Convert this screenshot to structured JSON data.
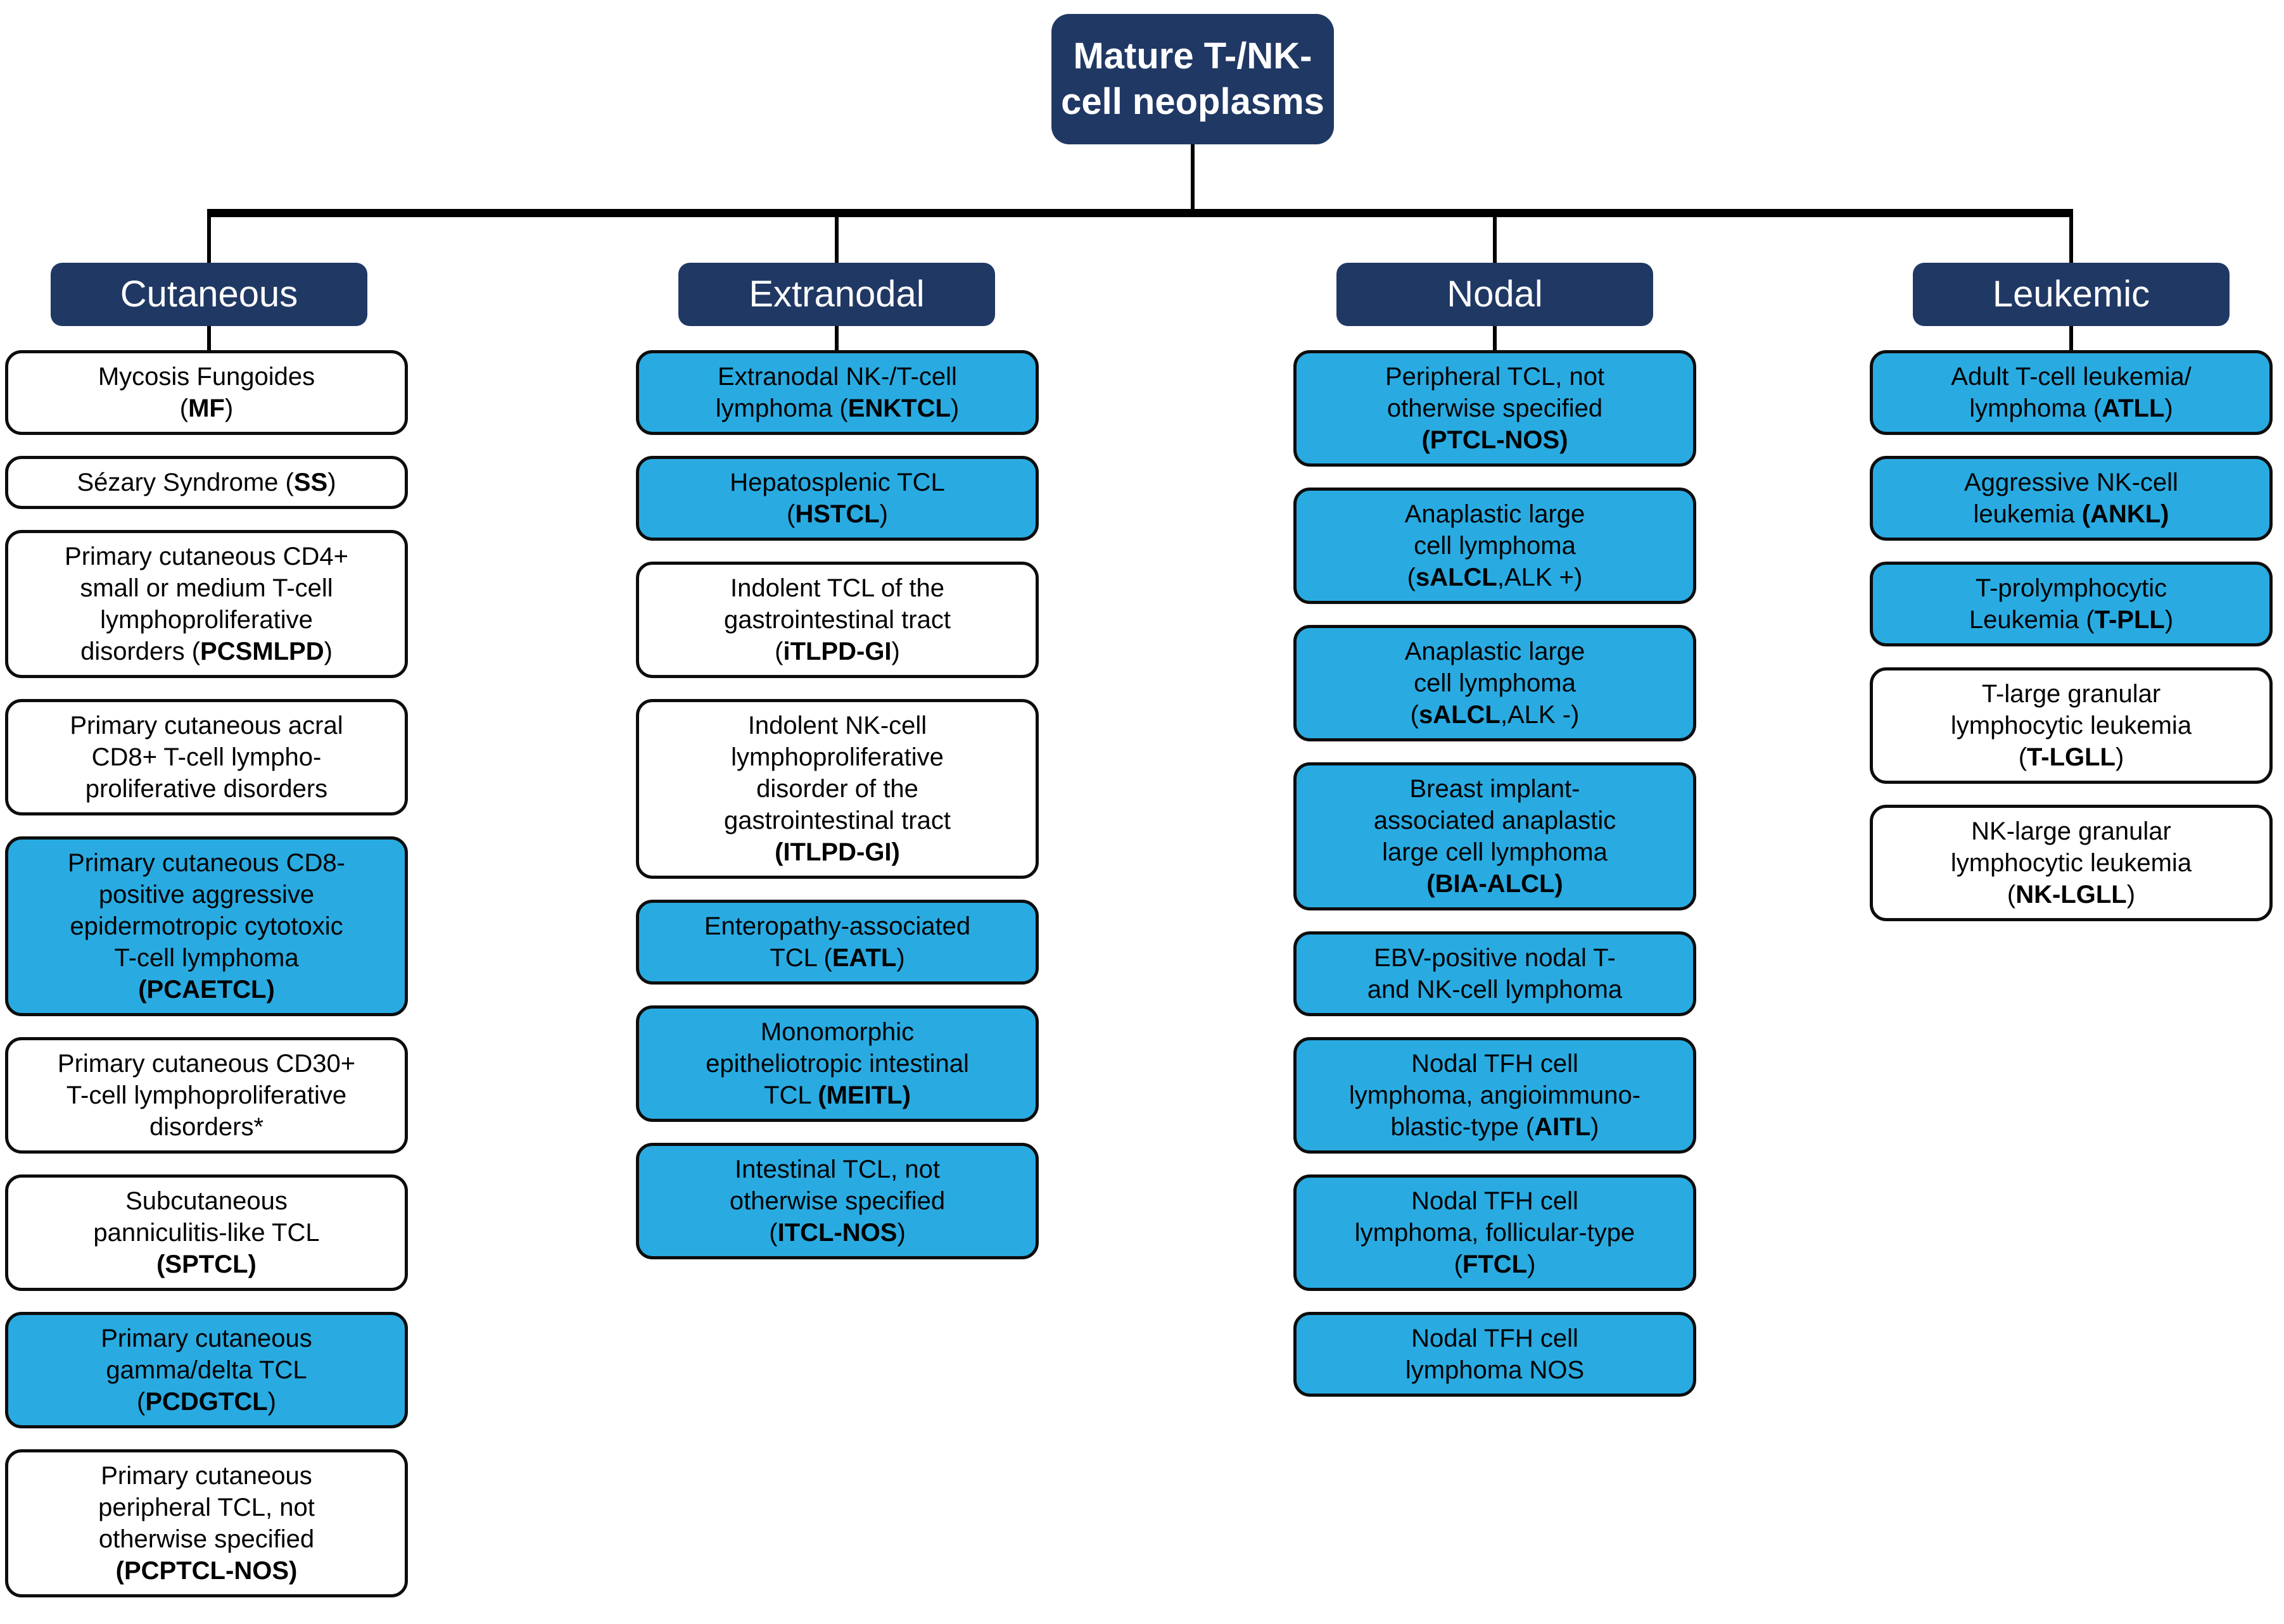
{
  "title": {
    "text": "Mature T-/NK-\ncell neoplasms"
  },
  "colors": {
    "navy": "#203864",
    "blue": "#29ABE2",
    "box_border": "#0d0d0d",
    "connector_line": "#000000",
    "node_text": "#000000",
    "header_text": "#ffffff"
  },
  "columns": [
    {
      "header": "Cutaneous",
      "nodes": [
        {
          "fill": "white",
          "lines": [
            [
              {
                "t": "Mycosis Fungoides"
              }
            ],
            [
              {
                "t": "("
              },
              {
                "t": "MF",
                "b": 1
              },
              {
                "t": ")"
              }
            ]
          ]
        },
        {
          "fill": "white",
          "lines": [
            [
              {
                "t": "Sézary Syndrome ("
              },
              {
                "t": "SS",
                "b": 1
              },
              {
                "t": ")"
              }
            ]
          ]
        },
        {
          "fill": "white",
          "lines": [
            [
              {
                "t": "Primary cutaneous CD4+"
              }
            ],
            [
              {
                "t": "small or medium T-cell"
              }
            ],
            [
              {
                "t": "lymphoproliferative"
              }
            ],
            [
              {
                "t": "disorders ("
              },
              {
                "t": "PCSMLPD",
                "b": 1
              },
              {
                "t": ")"
              }
            ]
          ]
        },
        {
          "fill": "white",
          "lines": [
            [
              {
                "t": "Primary cutaneous acral"
              }
            ],
            [
              {
                "t": "CD8+ T-cell lympho-"
              }
            ],
            [
              {
                "t": "proliferative disorders"
              }
            ]
          ]
        },
        {
          "fill": "blue",
          "lines": [
            [
              {
                "t": "Primary cutaneous CD8-"
              }
            ],
            [
              {
                "t": "positive aggressive"
              }
            ],
            [
              {
                "t": "epidermotropic cytotoxic"
              }
            ],
            [
              {
                "t": "T-cell lymphoma"
              }
            ],
            [
              {
                "t": "(PCAETCL)",
                "b": 1
              }
            ]
          ]
        },
        {
          "fill": "white",
          "lines": [
            [
              {
                "t": "Primary cutaneous CD30+"
              }
            ],
            [
              {
                "t": "T-cell lymphoproliferative"
              }
            ],
            [
              {
                "t": "disorders*"
              }
            ]
          ]
        },
        {
          "fill": "white",
          "lines": [
            [
              {
                "t": "Subcutaneous"
              }
            ],
            [
              {
                "t": "panniculitis-like TCL"
              }
            ],
            [
              {
                "t": "(SPTCL)",
                "b": 1
              }
            ]
          ]
        },
        {
          "fill": "blue",
          "lines": [
            [
              {
                "t": "Primary cutaneous"
              }
            ],
            [
              {
                "t": "gamma/delta TCL"
              }
            ],
            [
              {
                "t": "("
              },
              {
                "t": "PCDGTCL",
                "b": 1
              },
              {
                "t": ")"
              }
            ]
          ]
        },
        {
          "fill": "white",
          "lines": [
            [
              {
                "t": "Primary cutaneous"
              }
            ],
            [
              {
                "t": "peripheral TCL, not"
              }
            ],
            [
              {
                "t": "otherwise specified"
              }
            ],
            [
              {
                "t": "(PCPTCL-NOS)",
                "b": 1
              }
            ]
          ]
        }
      ]
    },
    {
      "header": "Extranodal",
      "nodes": [
        {
          "fill": "blue",
          "lines": [
            [
              {
                "t": "Extranodal NK-/T-cell"
              }
            ],
            [
              {
                "t": "lymphoma ("
              },
              {
                "t": "ENKTCL",
                "b": 1
              },
              {
                "t": ")"
              }
            ]
          ]
        },
        {
          "fill": "blue",
          "lines": [
            [
              {
                "t": "Hepatosplenic TCL"
              }
            ],
            [
              {
                "t": "("
              },
              {
                "t": "HSTCL",
                "b": 1
              },
              {
                "t": ")"
              }
            ]
          ]
        },
        {
          "fill": "white",
          "lines": [
            [
              {
                "t": "Indolent TCL of the"
              }
            ],
            [
              {
                "t": "gastrointestinal tract"
              }
            ],
            [
              {
                "t": "("
              },
              {
                "t": "iTLPD-GI",
                "b": 1
              },
              {
                "t": ")"
              }
            ]
          ]
        },
        {
          "fill": "white",
          "lines": [
            [
              {
                "t": "Indolent NK-cell"
              }
            ],
            [
              {
                "t": "lymphoproliferative"
              }
            ],
            [
              {
                "t": "disorder of the"
              }
            ],
            [
              {
                "t": "gastrointestinal tract"
              }
            ],
            [
              {
                "t": "(ITLPD-GI)",
                "b": 1
              }
            ]
          ]
        },
        {
          "fill": "blue",
          "lines": [
            [
              {
                "t": "Enteropathy-associated"
              }
            ],
            [
              {
                "t": "TCL ("
              },
              {
                "t": "EATL",
                "b": 1
              },
              {
                "t": ")"
              }
            ]
          ]
        },
        {
          "fill": "blue",
          "lines": [
            [
              {
                "t": "Monomorphic"
              }
            ],
            [
              {
                "t": "epitheliotropic intestinal"
              }
            ],
            [
              {
                "t": "TCL "
              },
              {
                "t": "(MEITL)",
                "b": 1
              }
            ]
          ]
        },
        {
          "fill": "blue",
          "lines": [
            [
              {
                "t": "Intestinal TCL, not"
              }
            ],
            [
              {
                "t": "otherwise specified"
              }
            ],
            [
              {
                "t": "("
              },
              {
                "t": "ITCL-NOS",
                "b": 1
              },
              {
                "t": ")"
              }
            ]
          ]
        }
      ]
    },
    {
      "header": "Nodal",
      "nodes": [
        {
          "fill": "blue",
          "lines": [
            [
              {
                "t": "Peripheral TCL, not"
              }
            ],
            [
              {
                "t": "otherwise specified"
              }
            ],
            [
              {
                "t": "(PTCL-NOS)",
                "b": 1
              }
            ]
          ]
        },
        {
          "fill": "blue",
          "lines": [
            [
              {
                "t": "Anaplastic large"
              }
            ],
            [
              {
                "t": "cell lymphoma"
              }
            ],
            [
              {
                "t": "("
              },
              {
                "t": "sALCL",
                "b": 1
              },
              {
                "t": ",ALK +)"
              }
            ]
          ]
        },
        {
          "fill": "blue",
          "lines": [
            [
              {
                "t": "Anaplastic large"
              }
            ],
            [
              {
                "t": "cell lymphoma"
              }
            ],
            [
              {
                "t": "("
              },
              {
                "t": "sALCL",
                "b": 1
              },
              {
                "t": ",ALK -)"
              }
            ]
          ]
        },
        {
          "fill": "blue",
          "lines": [
            [
              {
                "t": "Breast implant-"
              }
            ],
            [
              {
                "t": "associated anaplastic"
              }
            ],
            [
              {
                "t": "large cell lymphoma"
              }
            ],
            [
              {
                "t": "(BIA-ALCL)",
                "b": 1
              }
            ]
          ]
        },
        {
          "fill": "blue",
          "lines": [
            [
              {
                "t": "EBV-positive nodal T-"
              }
            ],
            [
              {
                "t": "and NK-cell lymphoma"
              }
            ]
          ]
        },
        {
          "fill": "blue",
          "lines": [
            [
              {
                "t": "Nodal TFH cell"
              }
            ],
            [
              {
                "t": "lymphoma, angioimmuno-"
              }
            ],
            [
              {
                "t": "blastic-type ("
              },
              {
                "t": "AITL",
                "b": 1
              },
              {
                "t": ")"
              }
            ]
          ]
        },
        {
          "fill": "blue",
          "lines": [
            [
              {
                "t": "Nodal TFH cell"
              }
            ],
            [
              {
                "t": "lymphoma, follicular-type"
              }
            ],
            [
              {
                "t": "("
              },
              {
                "t": "FTCL",
                "b": 1
              },
              {
                "t": ")"
              }
            ]
          ]
        },
        {
          "fill": "blue",
          "lines": [
            [
              {
                "t": "Nodal TFH cell"
              }
            ],
            [
              {
                "t": "lymphoma NOS"
              }
            ]
          ]
        }
      ]
    },
    {
      "header": "Leukemic",
      "nodes": [
        {
          "fill": "blue",
          "lines": [
            [
              {
                "t": "Adult T-cell leukemia/"
              }
            ],
            [
              {
                "t": "lymphoma ("
              },
              {
                "t": "ATLL",
                "b": 1
              },
              {
                "t": ")"
              }
            ]
          ]
        },
        {
          "fill": "blue",
          "lines": [
            [
              {
                "t": "Aggressive NK-cell"
              }
            ],
            [
              {
                "t": "leukemia "
              },
              {
                "t": "(ANKL)",
                "b": 1
              }
            ]
          ]
        },
        {
          "fill": "blue",
          "lines": [
            [
              {
                "t": "T-prolymphocytic"
              }
            ],
            [
              {
                "t": "Leukemia ("
              },
              {
                "t": "T-PLL",
                "b": 1
              },
              {
                "t": ")"
              }
            ]
          ]
        },
        {
          "fill": "white",
          "lines": [
            [
              {
                "t": "T-large granular"
              }
            ],
            [
              {
                "t": "lymphocytic leukemia"
              }
            ],
            [
              {
                "t": "("
              },
              {
                "t": "T-LGLL",
                "b": 1
              },
              {
                "t": ")"
              }
            ]
          ]
        },
        {
          "fill": "white",
          "lines": [
            [
              {
                "t": "NK-large granular"
              }
            ],
            [
              {
                "t": "lymphocytic leukemia"
              }
            ],
            [
              {
                "t": "("
              },
              {
                "t": "NK-LGLL",
                "b": 1
              },
              {
                "t": ")"
              }
            ]
          ]
        }
      ]
    }
  ]
}
